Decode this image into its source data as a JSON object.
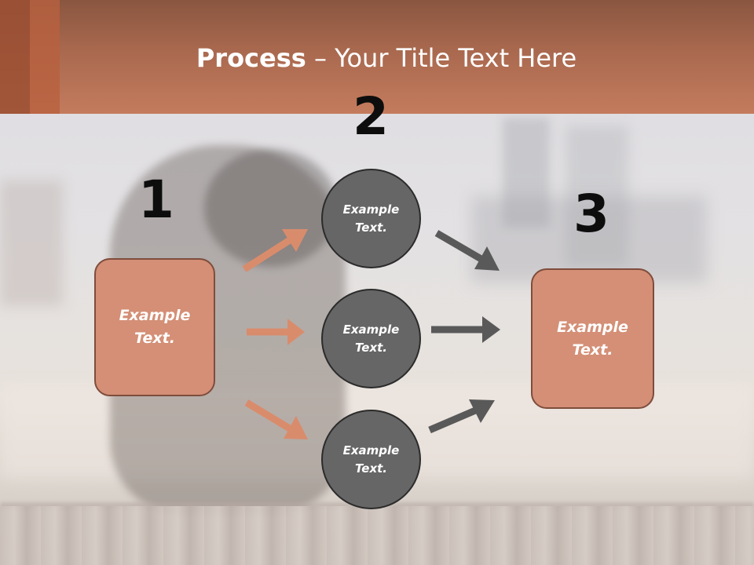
{
  "title": {
    "bold": "Process",
    "rest": " – Your Title Text Here"
  },
  "steps": {
    "one": "1",
    "two": "2",
    "three": "3"
  },
  "boxes": {
    "left_line1": "Example",
    "left_line2": "Text.",
    "right_line1": "Example",
    "right_line2": "Text."
  },
  "circles": [
    {
      "line1": "Example",
      "line2": "Text."
    },
    {
      "line1": "Example",
      "line2": "Text."
    },
    {
      "line1": "Example",
      "line2": "Text."
    }
  ],
  "colors": {
    "header": "#c47b5d",
    "box_fill": "#d48f76",
    "box_border": "#7f4d3c",
    "circle_fill": "#666666",
    "arrow_orange": "#d98c6c",
    "arrow_gray": "#595959"
  }
}
